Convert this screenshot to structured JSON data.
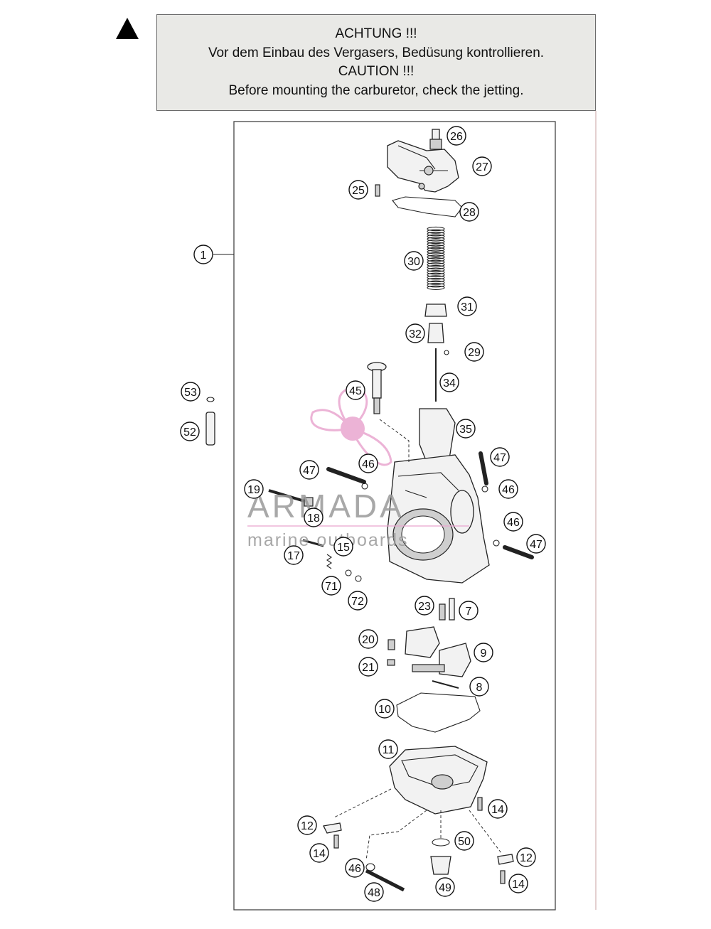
{
  "warning": {
    "line1": "ACHTUNG !!!",
    "line2": "Vor dem Einbau des Vergasers, Bedüsung kontrollieren.",
    "line3": "CAUTION !!!",
    "line4": "Before mounting the carburetor, check the jetting."
  },
  "watermark": {
    "brand": "ARMADA",
    "tagline": "marine outboards",
    "color_pink": "#e9a6cf",
    "color_gray": "#9a9a9a"
  },
  "callouts": {
    "c1": "1",
    "c7": "7",
    "c8": "8",
    "c9": "9",
    "c10": "10",
    "c11": "11",
    "c12a": "12",
    "c12b": "12",
    "c14a": "14",
    "c14b": "14",
    "c14c": "14",
    "c15": "15",
    "c17": "17",
    "c18": "18",
    "c19": "19",
    "c20": "20",
    "c21": "21",
    "c23": "23",
    "c25": "25",
    "c26": "26",
    "c27": "27",
    "c28": "28",
    "c29": "29",
    "c30": "30",
    "c31": "31",
    "c32": "32",
    "c34": "34",
    "c35": "35",
    "c45": "45",
    "c46a": "46",
    "c46b": "46",
    "c46c": "46",
    "c46d": "46",
    "c47a": "47",
    "c47b": "47",
    "c47c": "47",
    "c48": "48",
    "c49": "49",
    "c50": "50",
    "c52": "52",
    "c53": "53",
    "c71": "71",
    "c72": "72"
  }
}
